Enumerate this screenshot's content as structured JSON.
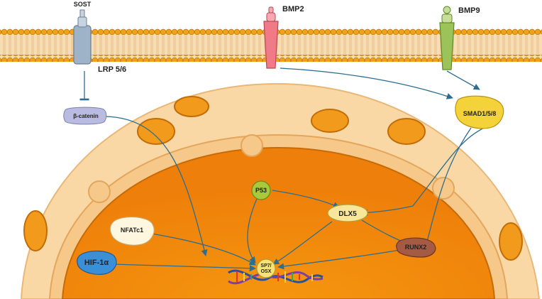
{
  "receptors": {
    "sost": "SOST",
    "lrp": "LRP 5/6",
    "bmp2": "BMP2",
    "bmp9": "BMP9"
  },
  "proteins": {
    "beta_catenin": "β-catenin",
    "smad": "SMAD1/5/8",
    "p53": "P53",
    "dlx5": "DLX5",
    "nfatc1": "NFATc1",
    "hif1a": "HIF-1α",
    "runx2": "RUNX2",
    "sp7_line1": "SP7/",
    "sp7_line2": "OSX"
  },
  "colors": {
    "membrane_head": "#f2a21a",
    "membrane_tail": "#f7d6a8",
    "cytoplasm": "#f9d8a5",
    "nucleus": "#f08a0e",
    "arrow": "#2d6d8e",
    "sost_receptor": "#9fb3c8",
    "bmp2_receptor": "#f07a86",
    "bmp9_receptor": "#9cc25a",
    "beta_catenin": "#b9bbe0",
    "smad": "#f4d23a",
    "p53": "#a9c93d",
    "dlx5": "#f8e79a",
    "nfatc1": "#fff6e0",
    "hif1a": "#3a8fd6",
    "runx2": "#a55a44"
  }
}
